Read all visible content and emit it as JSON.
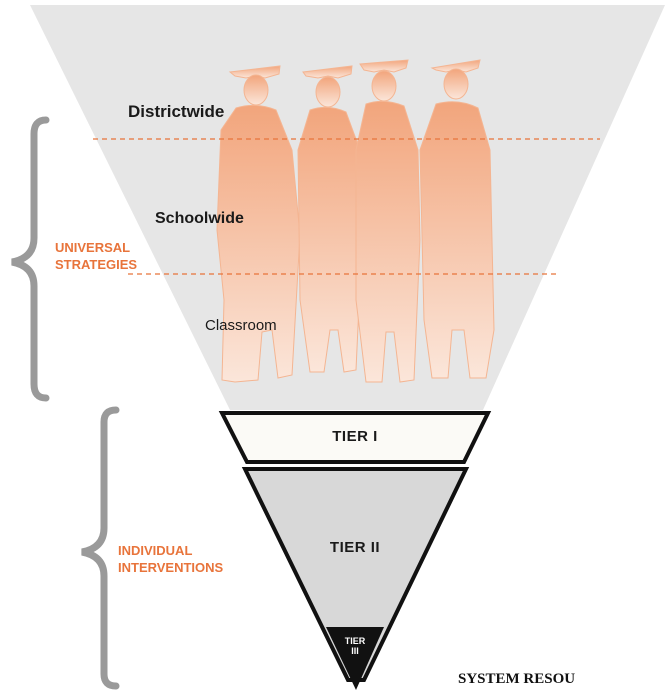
{
  "levels": {
    "districtwide": "Districtwide",
    "schoolwide": "Schoolwide",
    "classroom": "Classroom"
  },
  "groups": {
    "universal_line1": "UNIVERSAL",
    "universal_line2": "STRATEGIES",
    "individual_line1": "INDIVIDUAL",
    "individual_line2": "INTERVENTIONS"
  },
  "tiers": {
    "tier1": "TIER I",
    "tier2": "TIER II",
    "tier3_line1": "TIER",
    "tier3_line2": "III"
  },
  "footer": "SYSTEM RESOU",
  "colors": {
    "triangle_fill": "#e6e6e6",
    "accent_orange": "#e8743b",
    "figure_top": "#f2a57c",
    "figure_bottom": "#fbe6da",
    "tier1_fill": "#fbfaf6",
    "tier2_fill": "#d8d8d8",
    "tier3_fill": "#111111",
    "brace": "#9a9a9a"
  },
  "icons": [
    "graduate-figures-illustration",
    "brace-icon"
  ]
}
